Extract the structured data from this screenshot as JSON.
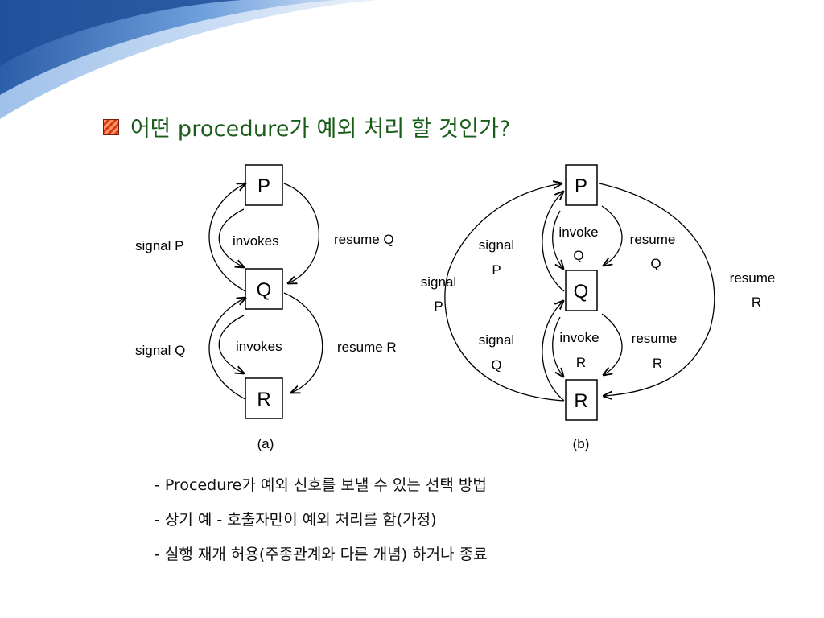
{
  "slide": {
    "title": "어떤 procedure가 예외 처리 할 것인가?",
    "accent_colors": {
      "swoosh_dark": "#3a6fb8",
      "swoosh_light": "#a9c8ec",
      "title": "#1a5c1a",
      "bullet": "#d9341f"
    }
  },
  "diagram_a": {
    "caption": "(a)",
    "nodes": [
      "P",
      "Q",
      "R"
    ],
    "labels": {
      "signal_p": "signal P",
      "invokes_1": "invokes",
      "resume_q": "resume Q",
      "signal_q": "signal Q",
      "invokes_2": "invokes",
      "resume_r": "resume R"
    }
  },
  "diagram_b": {
    "caption": "(b)",
    "nodes": [
      "P",
      "Q",
      "R"
    ],
    "labels": {
      "signal_p_outer": [
        "signal",
        "P"
      ],
      "signal_p": [
        "signal",
        "P"
      ],
      "invoke_q": [
        "invoke",
        "Q"
      ],
      "resume_q": [
        "resume",
        "Q"
      ],
      "resume_r_outer": [
        "resume",
        "R"
      ],
      "signal_q": [
        "signal",
        "Q"
      ],
      "invoke_r": [
        "invoke",
        "R"
      ],
      "resume_r": [
        "resume",
        "R"
      ]
    }
  },
  "notes": [
    "- Procedure가 예외 신호를 보낼 수 있는 선택 방법",
    "- 상기 예 - 호출자만이 예외 처리를 함(가정)",
    "- 실행 재개 허용(주종관계와 다른 개념) 하거나 종료"
  ]
}
